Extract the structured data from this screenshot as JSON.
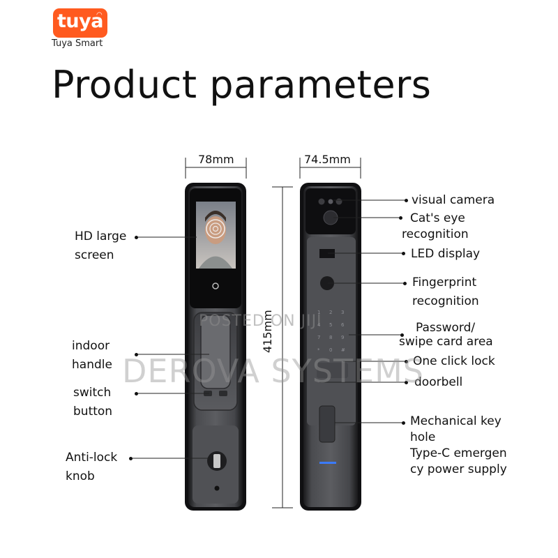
{
  "brand": {
    "logo_text": "tuya",
    "name": "Tuya Smart",
    "color": "#ff5a1f"
  },
  "title": "Product parameters",
  "dimensions": {
    "front_width": "78mm",
    "side_width": "74.5mm",
    "height": "415mm"
  },
  "labels_left": {
    "hd_screen": [
      "HD large",
      "screen"
    ],
    "indoor_handle": [
      "indoor",
      "handle"
    ],
    "switch_button": [
      "switch",
      "button"
    ],
    "anti_lock": [
      "Anti-lock",
      "knob"
    ]
  },
  "labels_right": {
    "visual_camera": "visual camera",
    "cats_eye": [
      "Cat's eye",
      "recognition"
    ],
    "led_display": "LED display",
    "fingerprint": [
      "Fingerprint",
      "recognition"
    ],
    "password": [
      "Password/",
      "swipe card area"
    ],
    "one_click": "One click lock",
    "doorbell": "doorbell",
    "mech_key": [
      "Mechanical key",
      "hole",
      "Type-C emergen",
      "cy power supply"
    ]
  },
  "watermark": {
    "line1": "POSTED ON JIJI",
    "line2": "DEROVA SYSTEMS"
  },
  "icons": [
    "wifi-icon",
    "fingerprint-icon",
    "keyhole-icon"
  ]
}
